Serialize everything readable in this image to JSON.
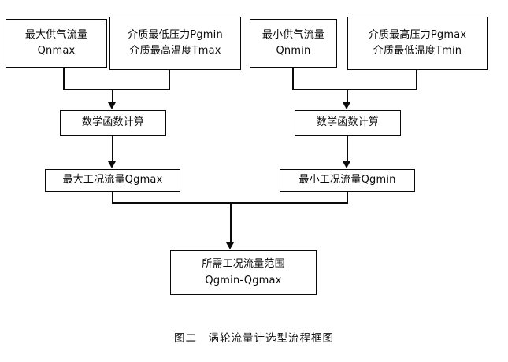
{
  "figure": {
    "caption": "图二　涡轮流量计选型流程框图",
    "caption_label": "图二",
    "caption_title": "涡轮流量计选型流程框图"
  },
  "colors": {
    "stroke": "#0a0a0a",
    "fill": "#ffffff",
    "text": "#0a0a0a"
  },
  "nodes": {
    "qnmax": {
      "line1": "最大供气流量",
      "line2": "Qnmax"
    },
    "pgmin_tmax": {
      "line1": "介质最低压力Pgmin",
      "line2": "介质最高温度Tmax"
    },
    "qnmin": {
      "line1": "最小供气流量",
      "line2": "Qnmin"
    },
    "pgmax_tmin": {
      "line1": "介质最高压力Pgmax",
      "line2": "介质最低温度Tmin"
    },
    "calc_left": {
      "line1": "数学函数计算"
    },
    "calc_right": {
      "line1": "数学函数计算"
    },
    "qgmax": {
      "line1": "最大工况流量Qgmax"
    },
    "qgmin": {
      "line1": "最小工况流量Qgmin"
    },
    "range": {
      "line1": "所需工况流量范围",
      "line2": "Qgmin-Qgmax"
    }
  },
  "edges": [
    {
      "name": "qnmax-to-merge-left",
      "from": "qnmax",
      "to": "calc_left"
    },
    {
      "name": "pgmin-tmax-to-merge-left",
      "from": "pgmin_tmax",
      "to": "calc_left"
    },
    {
      "name": "merge-left-to-calc-left",
      "from": "merge_left",
      "to": "calc_left"
    },
    {
      "name": "qnmin-to-merge-right",
      "from": "qnmin",
      "to": "calc_right"
    },
    {
      "name": "pgmax-tmin-to-merge-right",
      "from": "pgmax_tmin",
      "to": "calc_right"
    },
    {
      "name": "merge-right-to-calc-right",
      "from": "merge_right",
      "to": "calc_right"
    },
    {
      "name": "calc-left-to-qgmax",
      "from": "calc_left",
      "to": "qgmax"
    },
    {
      "name": "calc-right-to-qgmin",
      "from": "calc_right",
      "to": "qgmin"
    },
    {
      "name": "qgmax-to-merge-bottom",
      "from": "qgmax",
      "to": "range"
    },
    {
      "name": "qgmin-to-merge-bottom",
      "from": "qgmin",
      "to": "range"
    },
    {
      "name": "merge-bottom-to-range",
      "from": "merge_bottom",
      "to": "range"
    }
  ]
}
